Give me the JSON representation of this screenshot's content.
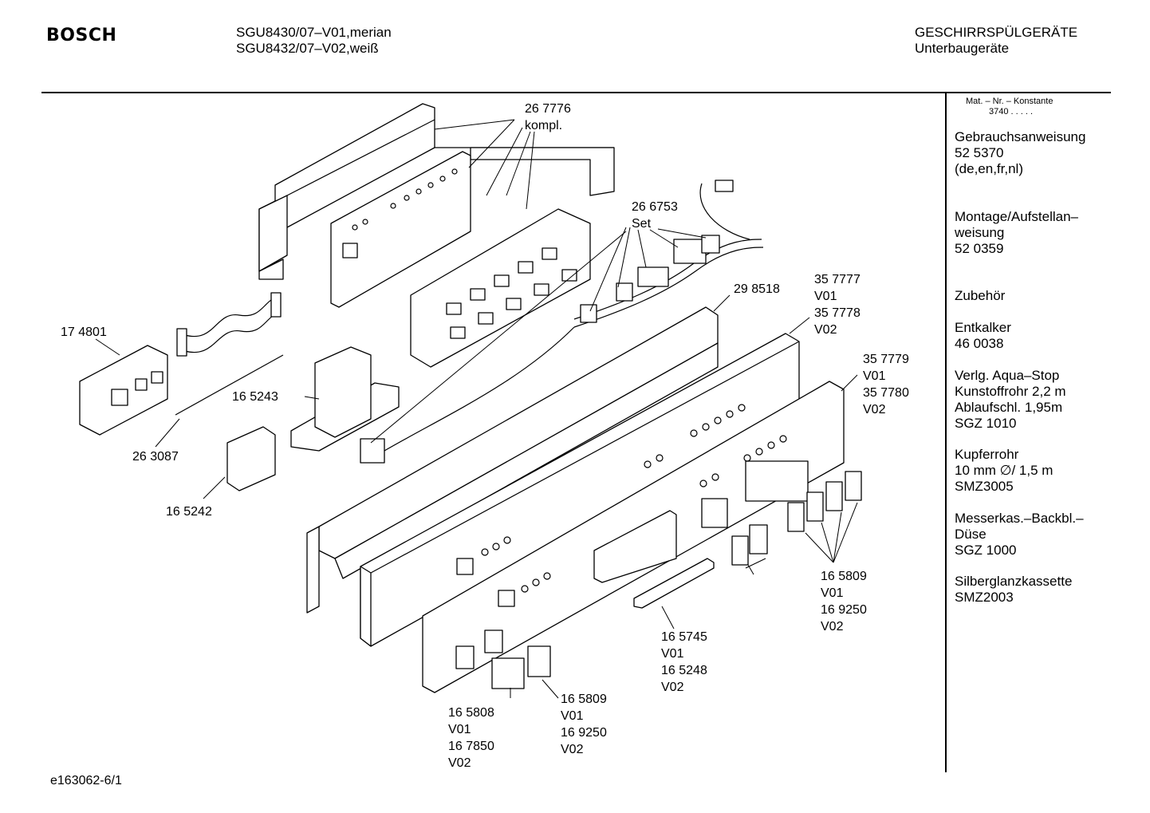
{
  "header": {
    "brand": "BOSCH",
    "models": [
      "SGU8430/07–V01,merian",
      "SGU8432/07–V02,weiß"
    ],
    "category": "GESCHIRRSPÜLGERÄTE",
    "subcategory": "Unterbaugeräte"
  },
  "sidebar": {
    "matnr_title": "Mat. – Nr. – Konstante",
    "matnr_value": "3740  .  .  .  .  .",
    "items": [
      [
        "Gebrauchsanweisung",
        "52 5370",
        "(de,en,fr,nl)"
      ],
      [
        "Montage/Aufstellan–",
        "weisung",
        "52 0359"
      ],
      [
        "Zubehör"
      ],
      [
        "Entkalker",
        "46 0038"
      ],
      [
        "Verlg. Aqua–Stop",
        "Kunstoffrohr 2,2 m",
        "Ablaufschl. 1,95m",
        "SGZ 1010"
      ],
      [
        "Kupferrohr",
        "10 mm ∅/ 1,5 m",
        "SMZ3005"
      ],
      [
        "Messerkas.–Backbl.–",
        "Düse",
        "SGZ 1000"
      ],
      [
        "Silberglanzkassette",
        "SMZ2003"
      ]
    ]
  },
  "labels": {
    "p267776": [
      "26 7776",
      "kompl."
    ],
    "p266753": [
      "26 6753",
      "Set"
    ],
    "p298518": [
      "29 8518"
    ],
    "p357777": [
      "35 7777",
      "V01",
      "35 7778",
      "V02"
    ],
    "p357779": [
      "35 7779",
      "V01",
      "35 7780",
      "V02"
    ],
    "p174801": [
      "17 4801"
    ],
    "p165243": [
      "16 5243"
    ],
    "p263087": [
      "26 3087"
    ],
    "p165242": [
      "16 5242"
    ],
    "p165809r": [
      "16 5809",
      "V01",
      "16 9250",
      "V02"
    ],
    "p165745": [
      "16 5745",
      "V01",
      "16 5248",
      "V02"
    ],
    "p165808": [
      "16 5808",
      "V01",
      "16 7850",
      "V02"
    ],
    "p165809b": [
      "16 5809",
      "V01",
      "16 9250",
      "V02"
    ]
  },
  "footer": {
    "code": "e163062-6/1"
  }
}
